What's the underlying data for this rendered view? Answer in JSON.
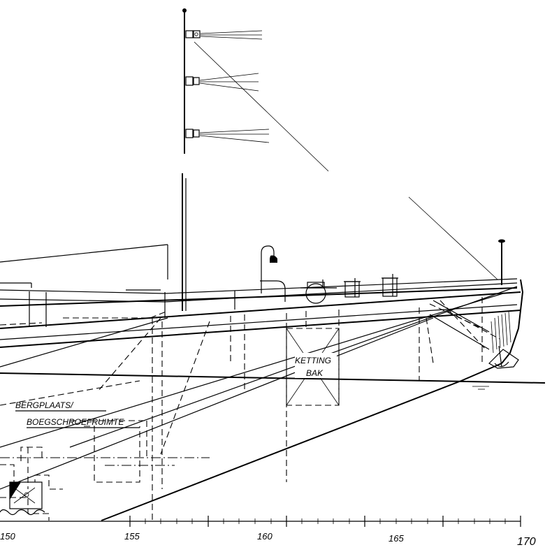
{
  "labels": {
    "berthing": "BERGPLAATS/",
    "bow_thruster": "BOEGSCHROEFRUIMTE",
    "chain_locker_1": "KETTING",
    "chain_locker_2": "BAK"
  },
  "frame_scale": {
    "ticks": [
      "150",
      "155",
      "160",
      "165",
      "170"
    ]
  }
}
